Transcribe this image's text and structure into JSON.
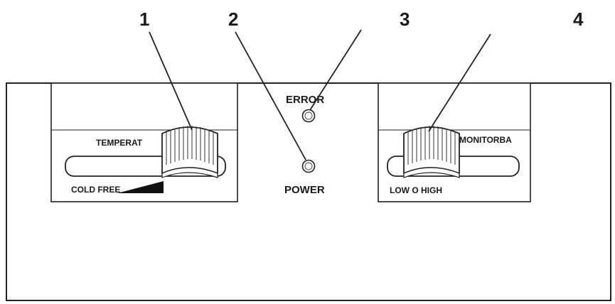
{
  "callouts": [
    "1",
    "2",
    "3",
    "4"
  ],
  "indicators": {
    "error_label": "ERROR",
    "power_label": "POWER"
  },
  "left_slider": {
    "name_label": "TEMPERAT",
    "scale_label": "COLD FREE"
  },
  "right_slider": {
    "name_label": "MONITORBA",
    "scale_label": "LOW O HIGH"
  },
  "colors": {
    "ink": "#1a1a1a",
    "panel": "#ffffff",
    "line": "#222222"
  }
}
